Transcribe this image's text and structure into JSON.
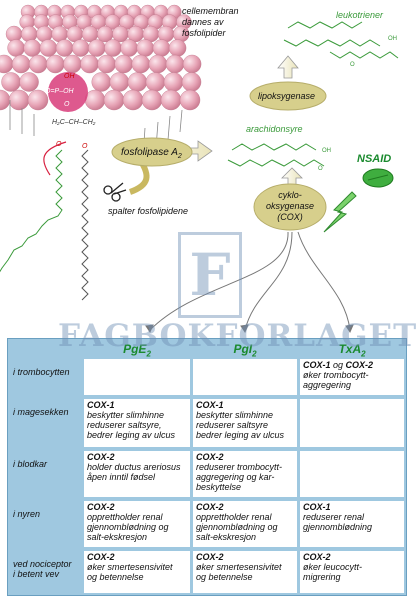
{
  "labels": {
    "membrane": [
      "cellemembran",
      "dannes av",
      "fosfolipider"
    ],
    "leukotriener": "leukotriener",
    "lipoksygenase": "lipoksygenase",
    "arachidonsyre": "arachidonsyre",
    "nsaid": "NSAID",
    "fosfolipase": "fosfolipase A",
    "fosfolipase_sub": "2",
    "spalter": "spalter fosfolipidene",
    "cox": [
      "cyklo-",
      "oksygenase",
      "(COX)"
    ],
    "phosphate": {
      "oh1": "OH",
      "p": "O=P–OH",
      "o": "O",
      "h2c": "H₂C–CH–CH₂",
      "o1": "O",
      "o2": "O"
    }
  },
  "watermark": {
    "top": "F",
    "bottom": "FAGBOKFORLAGET"
  },
  "colors": {
    "molecule_green": "#3a9a3a",
    "ellipse": "#d7cf8c",
    "table_bg": "#9fc8e0",
    "header_green": "#1a8a2e",
    "membrane": "#e8a8b8"
  },
  "table": {
    "columns": [
      "PgE",
      "PgI",
      "TxA"
    ],
    "column_sub": "2",
    "rows": [
      {
        "label": [
          "i trombocytten"
        ],
        "cells": [
          [],
          [],
          [
            [
              "COX-1",
              " og ",
              "COX-2"
            ],
            [
              "øker trombocytt-"
            ],
            [
              "aggregering"
            ]
          ]
        ]
      },
      {
        "label": [
          "i magesekken"
        ],
        "cells": [
          [
            [
              "COX-1"
            ],
            [
              "beskytter slimhinne"
            ],
            [
              "reduserer saltsyre,"
            ],
            [
              "bedrer leging av ulcus"
            ]
          ],
          [
            [
              "COX-1"
            ],
            [
              "beskytter slimhinne"
            ],
            [
              "reduserer saltsyre"
            ],
            [
              "bedrer leging av ulcus"
            ]
          ],
          []
        ]
      },
      {
        "label": [
          "i blodkar"
        ],
        "cells": [
          [
            [
              "COX-2"
            ],
            [
              "holder ductus areriosus"
            ],
            [
              "åpen inntil fødsel"
            ]
          ],
          [
            [
              "COX-2"
            ],
            [
              "reduserer trombocytt-"
            ],
            [
              "aggregering og kar-"
            ],
            [
              "beskyttelse"
            ]
          ],
          []
        ]
      },
      {
        "label": [
          "i nyren"
        ],
        "cells": [
          [
            [
              "COX-2"
            ],
            [
              "opprettholder renal"
            ],
            [
              "gjennomblødning og"
            ],
            [
              "salt-ekskresjon"
            ]
          ],
          [
            [
              "COX-2"
            ],
            [
              "opprettholder renal"
            ],
            [
              "gjennomblødning og"
            ],
            [
              "salt-ekskresjon"
            ]
          ],
          [
            [
              "COX-1"
            ],
            [
              "reduserer renal"
            ],
            [
              "gjennomblødning"
            ]
          ]
        ]
      },
      {
        "label": [
          "ved nociceptor",
          "i betent vev"
        ],
        "cells": [
          [
            [
              "COX-2"
            ],
            [
              "øker smertesensivitet"
            ],
            [
              "og betennelse"
            ]
          ],
          [
            [
              "COX-2"
            ],
            [
              "øker smertesensivitet"
            ],
            [
              "og betennelse"
            ]
          ],
          [
            [
              "COX-2"
            ],
            [
              "øker leucocytt-"
            ],
            [
              "migrering"
            ]
          ]
        ]
      }
    ]
  }
}
